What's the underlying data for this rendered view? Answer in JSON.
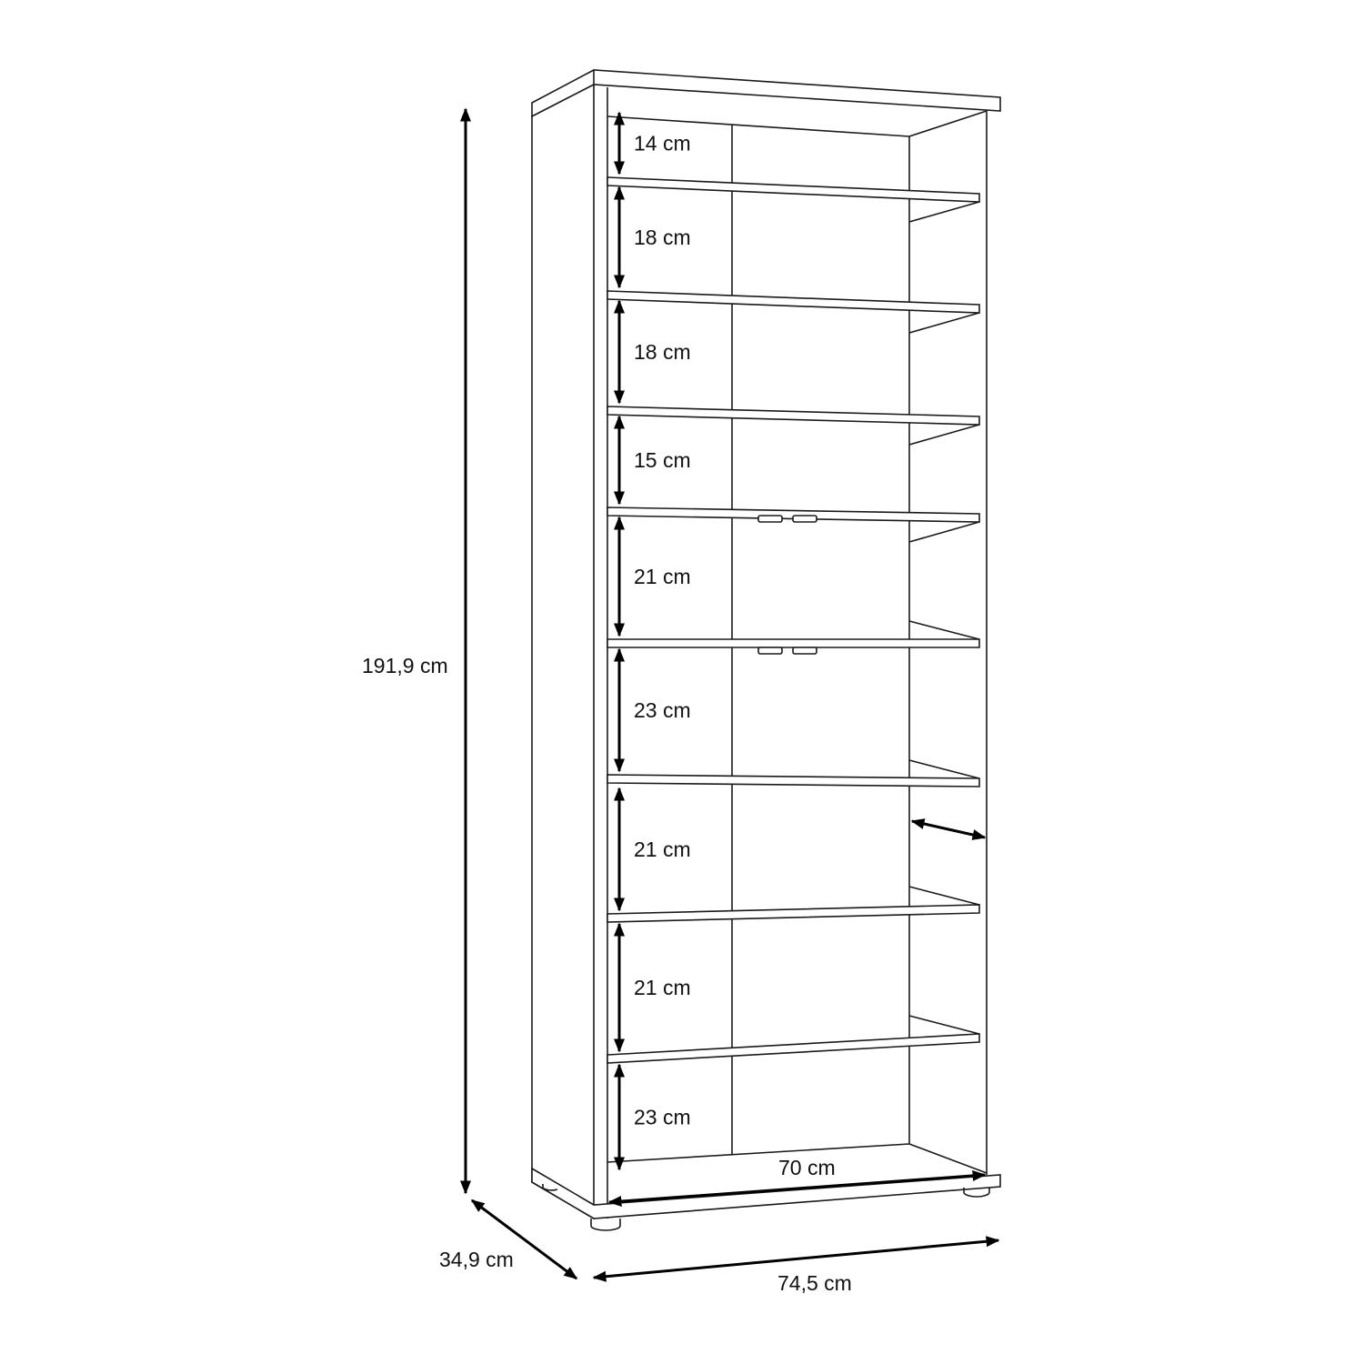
{
  "title": "Bookcase dimension drawing",
  "overall": {
    "height": "191,9 cm",
    "depth": "34,9 cm",
    "width": "74,5 cm",
    "inner_width": "70 cm"
  },
  "compartments": [
    {
      "label": "14 cm"
    },
    {
      "label": "18 cm"
    },
    {
      "label": "18 cm"
    },
    {
      "label": "15 cm"
    },
    {
      "label": "21 cm"
    },
    {
      "label": "23 cm"
    },
    {
      "label": "21 cm"
    },
    {
      "label": "21 cm"
    },
    {
      "label": "23 cm"
    }
  ]
}
